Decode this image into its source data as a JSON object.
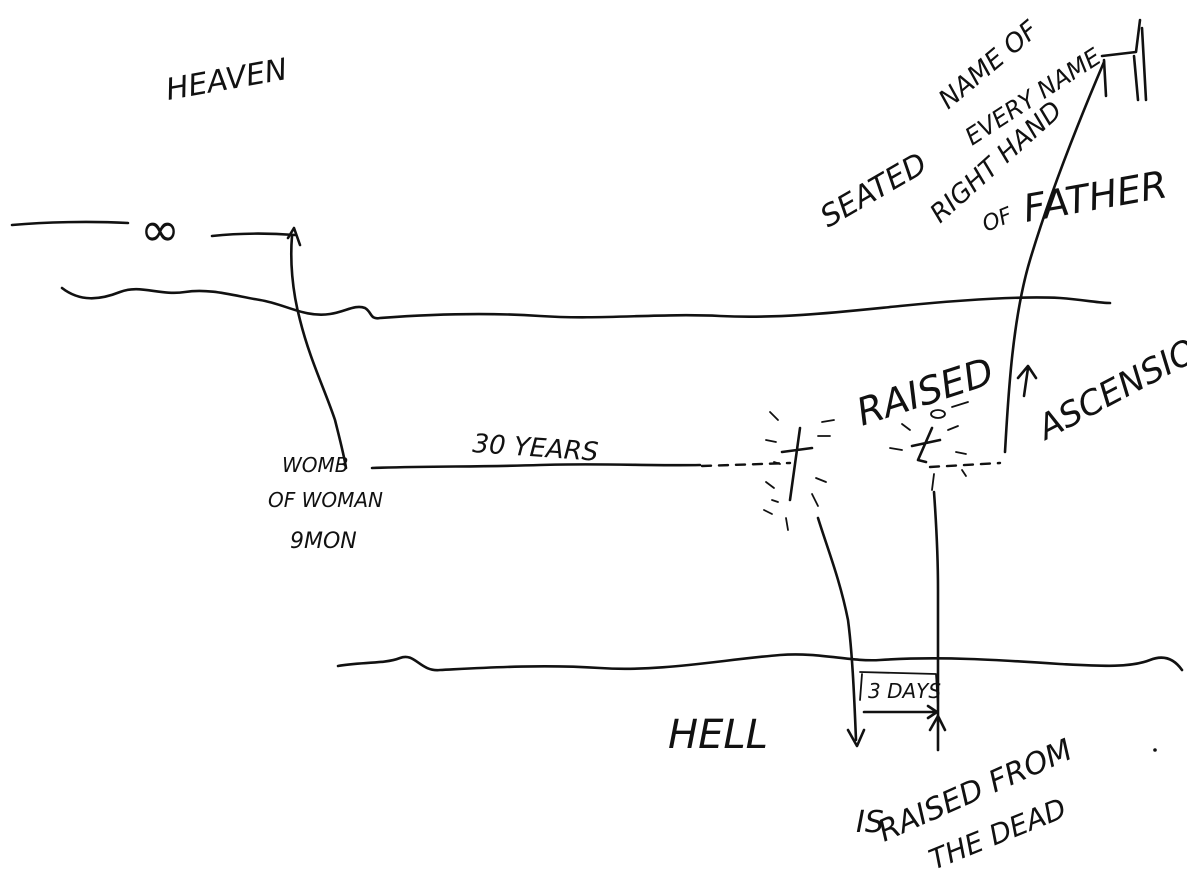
{
  "labels": {
    "heaven": "HEAVEN",
    "infinity": "∞",
    "womb_line1": "WOMB",
    "womb_line2": "OF WOMAN",
    "womb_line3": "9MON",
    "thirty_years": "30 YEARS",
    "raised": "RAISED",
    "ascension": "ASCENSION",
    "name_line1": "NAME OF",
    "name_line2": "EVERY NAME",
    "seated": "SEATED",
    "right_hand": "RIGHT HAND",
    "of": "OF",
    "father": "FATHER",
    "hell": "HELL",
    "three_days": "3 DAYS",
    "is": "IS",
    "raised_from": "RAISED FROM",
    "the_dead": "THE DEAD"
  },
  "colors": {
    "ink": "#111111",
    "background": "#ffffff"
  }
}
